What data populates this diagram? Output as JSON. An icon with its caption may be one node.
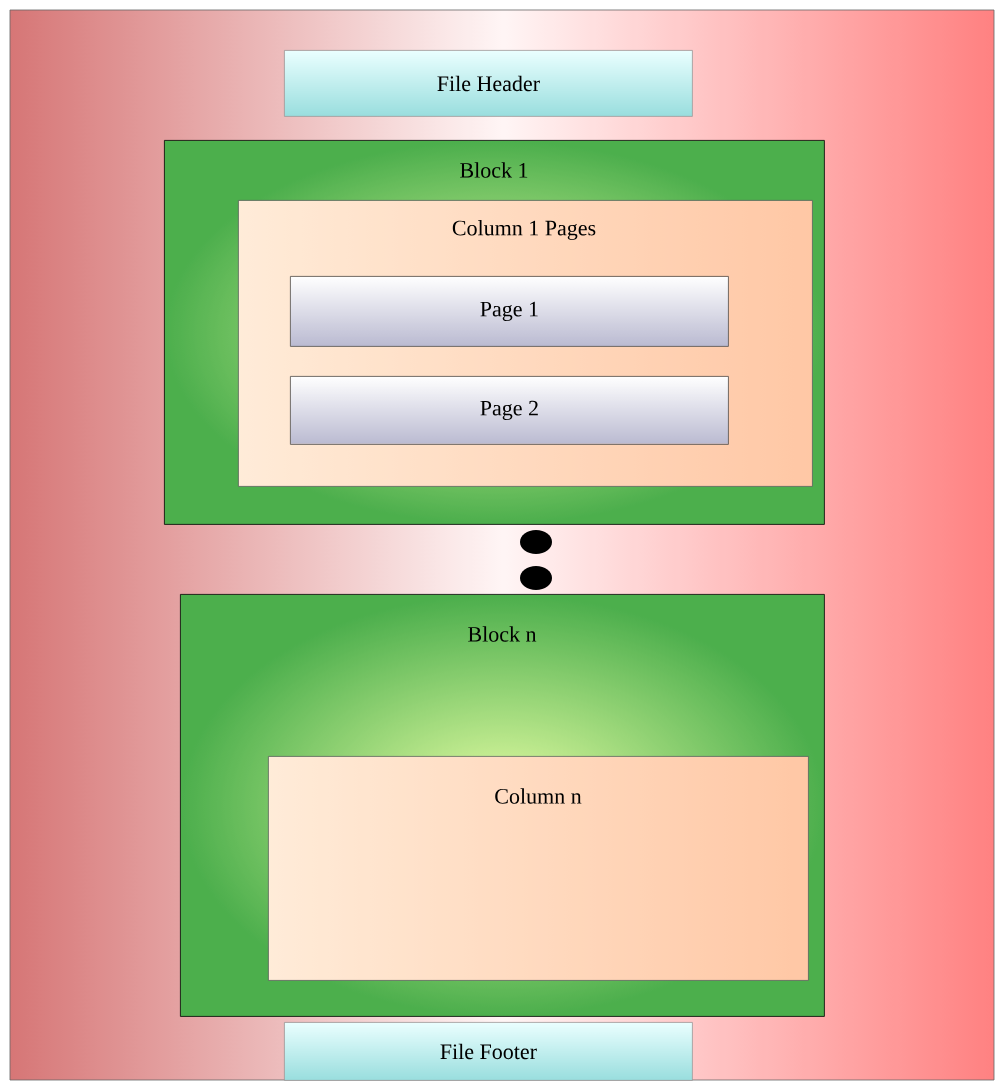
{
  "diagram": {
    "nodes": [
      {
        "text": [
          "File Header"
        ]
      },
      {
        "text": [
          "Block 1"
        ]
      },
      {
        "text": [
          "Column 1 Pages"
        ],
        "in": 1
      },
      {
        "text": [
          "Page 1"
        ],
        "in": 2
      },
      {
        "text": [
          "Page 2"
        ],
        "in": 2
      },
      {
        "text": [
          "Block n"
        ]
      },
      {
        "text": [
          "Column n"
        ],
        "in": 5
      },
      {
        "text": [
          "File Footer"
        ]
      }
    ]
  }
}
